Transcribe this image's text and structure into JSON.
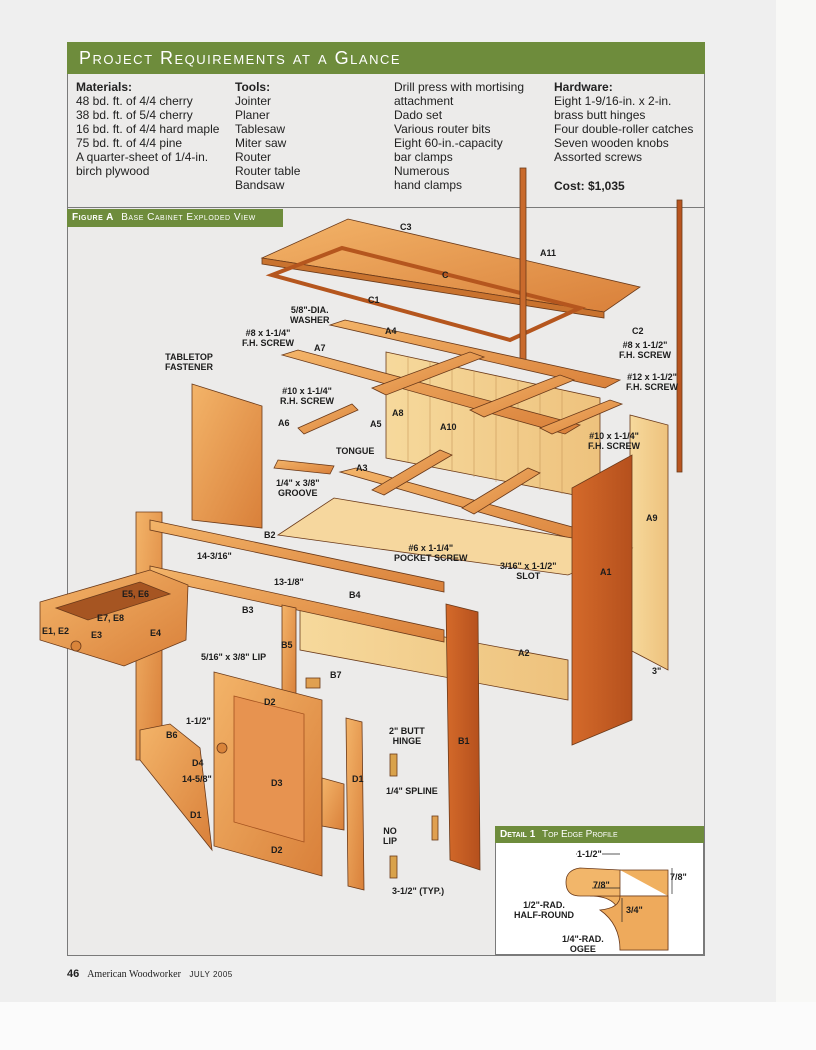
{
  "header": {
    "title": "Project Requirements at a Glance"
  },
  "materials": {
    "heading": "Materials:",
    "items": [
      "48 bd. ft. of 4/4 cherry",
      "38 bd. ft. of 5/4 cherry",
      "16 bd. ft. of 4/4 hard maple",
      "75 bd. ft. of 4/4 pine",
      "A quarter-sheet of 1/4-in.",
      "birch plywood"
    ]
  },
  "tools": {
    "heading": "Tools:",
    "items": [
      "Jointer",
      "Planer",
      "Tablesaw",
      "Miter saw",
      "Router",
      "Router table",
      "Bandsaw"
    ],
    "items2": [
      "Drill press with mortising",
      "attachment",
      "Dado set",
      "Various router bits",
      "Eight 60-in.-capacity",
      "bar clamps",
      "Numerous",
      "hand clamps"
    ]
  },
  "hardware": {
    "heading": "Hardware:",
    "items": [
      "Eight 1-9/16-in. x 2-in.",
      "brass butt hinges",
      "Four double-roller catches",
      "Seven wooden knobs",
      "Assorted screws"
    ],
    "cost": "Cost: $1,035"
  },
  "figure": {
    "prefix": "Figure A",
    "title": "Base Cabinet Exploded View",
    "labels": {
      "c3": "C3",
      "c": "C",
      "a11": "A11",
      "c1": "C1",
      "washer": "5/8\"-DIA.\nWASHER",
      "screw8_114": "#8 x 1-1/4\"\nF.H. SCREW",
      "a7": "A7",
      "a4": "A4",
      "c2": "C2",
      "screw8_112": "#8 x 1-1/2\"\nF.H. SCREW",
      "screw12": "#12 x 1-1/2\"\nF.H. SCREW",
      "fastener": "TABLETOP\nFASTENER",
      "screw10rh": "#10 x 1-1/4\"\nR.H. SCREW",
      "a8": "A8",
      "a6": "A6",
      "a5": "A5",
      "a10": "A10",
      "screw10fh": "#10 x 1-1/4\"\nF.H. SCREW",
      "tongue": "TONGUE",
      "a3": "A3",
      "groove": "1/4\" x 3/8\"\nGROOVE",
      "a9": "A9",
      "b2": "B2",
      "pocket": "#6 x 1-1/4\"\nPOCKET SCREW",
      "slot": "3/16\" x 1-1/2\"\nSLOT",
      "a1": "A1",
      "dim14": "14-3/16\"",
      "dim13": "13-1/8\"",
      "b4": "B4",
      "e5": "E5, E6",
      "e7": "E7, E8",
      "e12": "E1, E2",
      "e3": "E3",
      "e4": "E4",
      "b3": "B3",
      "b5": "B5",
      "a2": "A2",
      "three": "3\"",
      "lip": "5/16\" x 3/8\" LIP",
      "b7": "B7",
      "d2a": "D2",
      "dim112": "1-1/2\"",
      "b6": "B6",
      "d4": "D4",
      "dim1458": "14-5/8\"",
      "d3": "D3",
      "d1a": "D1",
      "d1b": "D1",
      "d2b": "D2",
      "hinge": "2\" BUTT\nHINGE",
      "b1": "B1",
      "spline": "1/4\" SPLINE",
      "nolip": "NO\nLIP",
      "typ": "3-1/2\" (TYP.)"
    }
  },
  "detail": {
    "prefix": "Detail 1",
    "title": "Top Edge Profile",
    "labels": {
      "w112": "1-1/2\"",
      "w78": "7/8\"",
      "h78": "7/8\"",
      "h34": "3/4\"",
      "half": "1/2\"-RAD.\nHALF-ROUND",
      "ogee": "1/4\"-RAD.\nOGEE"
    }
  },
  "footer": {
    "page": "46",
    "magazine": "American Woodworker",
    "issue": "JULY 2005"
  }
}
